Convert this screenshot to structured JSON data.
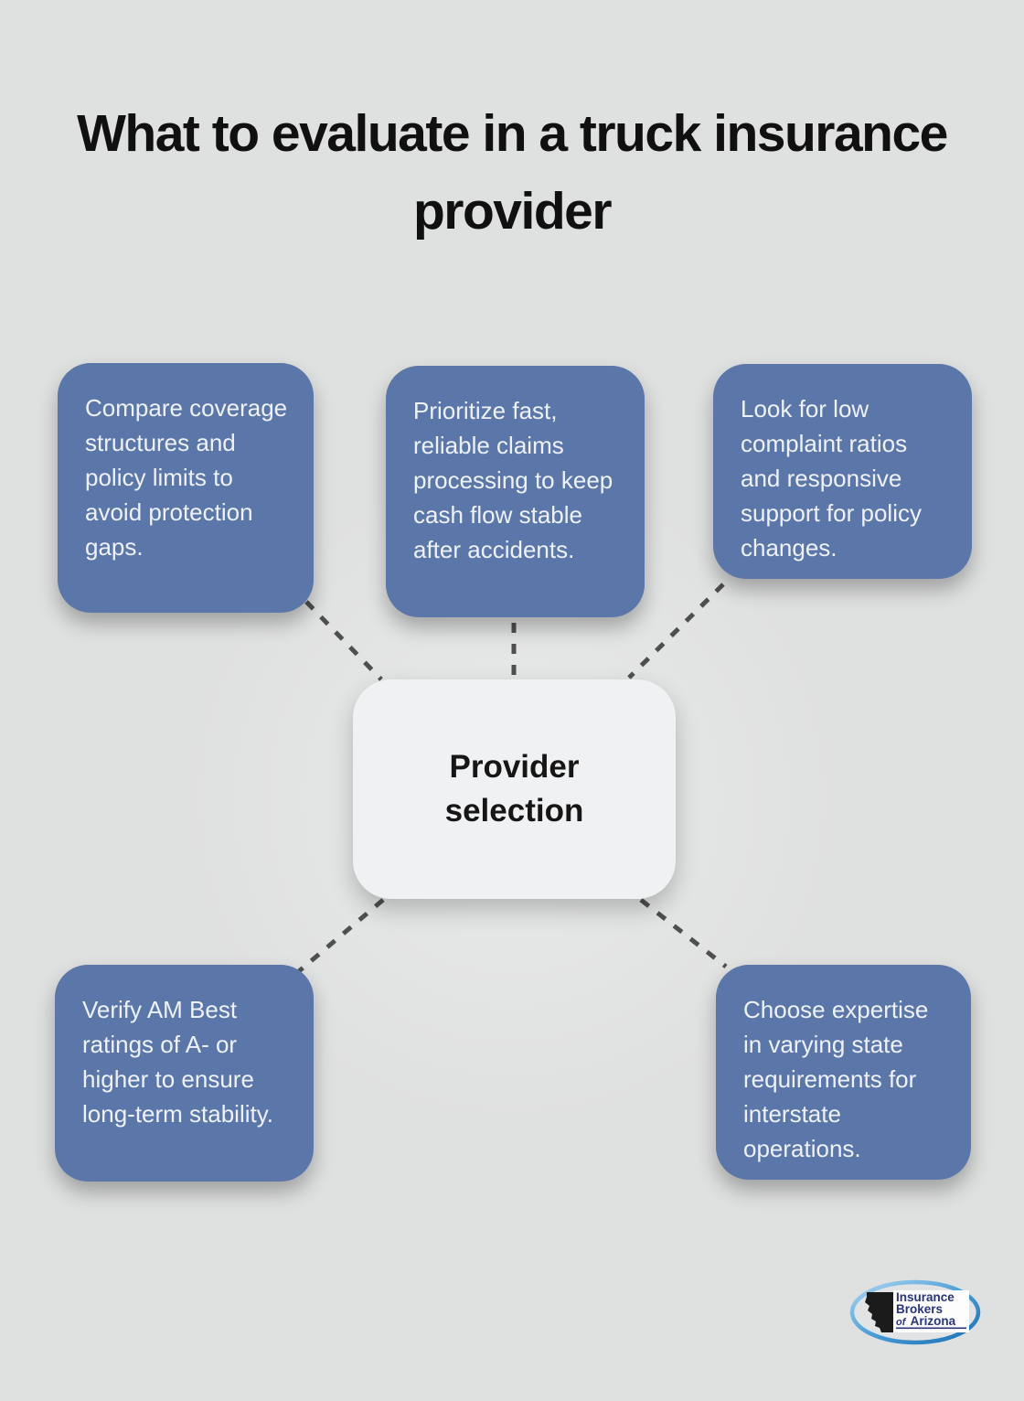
{
  "title": "What to evaluate in a truck insurance provider",
  "center_node": {
    "label": "Provider selection"
  },
  "nodes": [
    {
      "id": "compare-coverage",
      "text": "Compare coverage structures and policy limits to avoid protection gaps."
    },
    {
      "id": "claims-processing",
      "text": "Prioritize fast, reliable claims processing to keep cash flow stable after accidents."
    },
    {
      "id": "complaint-ratios",
      "text": "Look for low complaint ratios and responsive support for policy changes."
    },
    {
      "id": "am-best-ratings",
      "text": "Verify AM Best ratings of A- or higher to ensure long-term stability."
    },
    {
      "id": "state-expertise",
      "text": "Choose expertise in varying state requirements for interstate operations."
    }
  ],
  "logo": {
    "line1": "Insurance",
    "line2": "Brokers",
    "line3_prefix": "of",
    "line3_name": "Arizona"
  },
  "colors": {
    "background": "#dfe0e0",
    "node-fill": "#5b76a8",
    "node-text": "#eef2f8",
    "center-fill": "#f0f1f3",
    "center-text": "#161616",
    "connector": "#4f4f4f",
    "logo-navy": "#28347d",
    "logo-blue-light": "#aed6f1",
    "logo-blue-mid": "#4a9fd8",
    "logo-blue-dark": "#1a6fb5",
    "logo-state-fill": "#1b1b1b"
  }
}
